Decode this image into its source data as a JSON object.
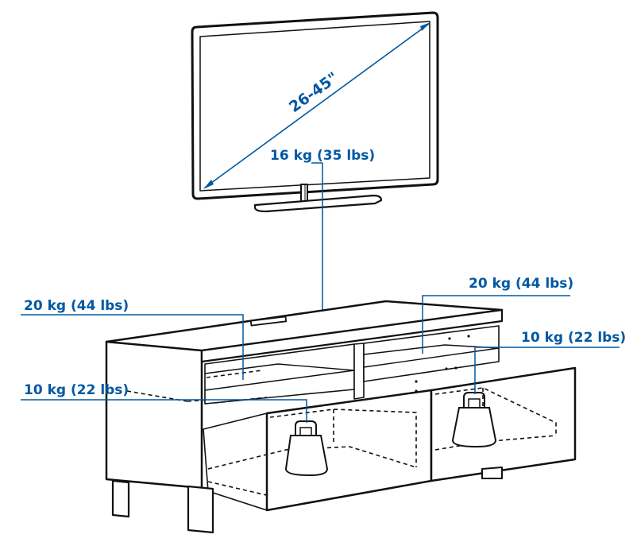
{
  "colors": {
    "accent": "#0058a3",
    "line": "#111111",
    "background": "#ffffff"
  },
  "labels": {
    "tv_size": "26-45\"",
    "tv_load": "16 kg (35 lbs)",
    "top_left_load": "20 kg (44 lbs)",
    "top_right_load": "20 kg (44 lbs)",
    "drawer_left_load": "10 kg (22 lbs)",
    "drawer_right_load": "10 kg (22 lbs)"
  }
}
